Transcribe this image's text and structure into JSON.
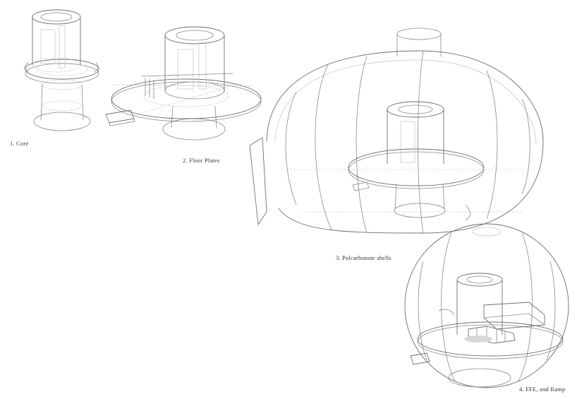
{
  "stages": [
    {
      "label": "1.  Core"
    },
    {
      "label": "2.  Floor Plates"
    },
    {
      "label": "3.  Polcarbonate shells"
    },
    {
      "label": "4.  FFE, and Ramp"
    }
  ]
}
